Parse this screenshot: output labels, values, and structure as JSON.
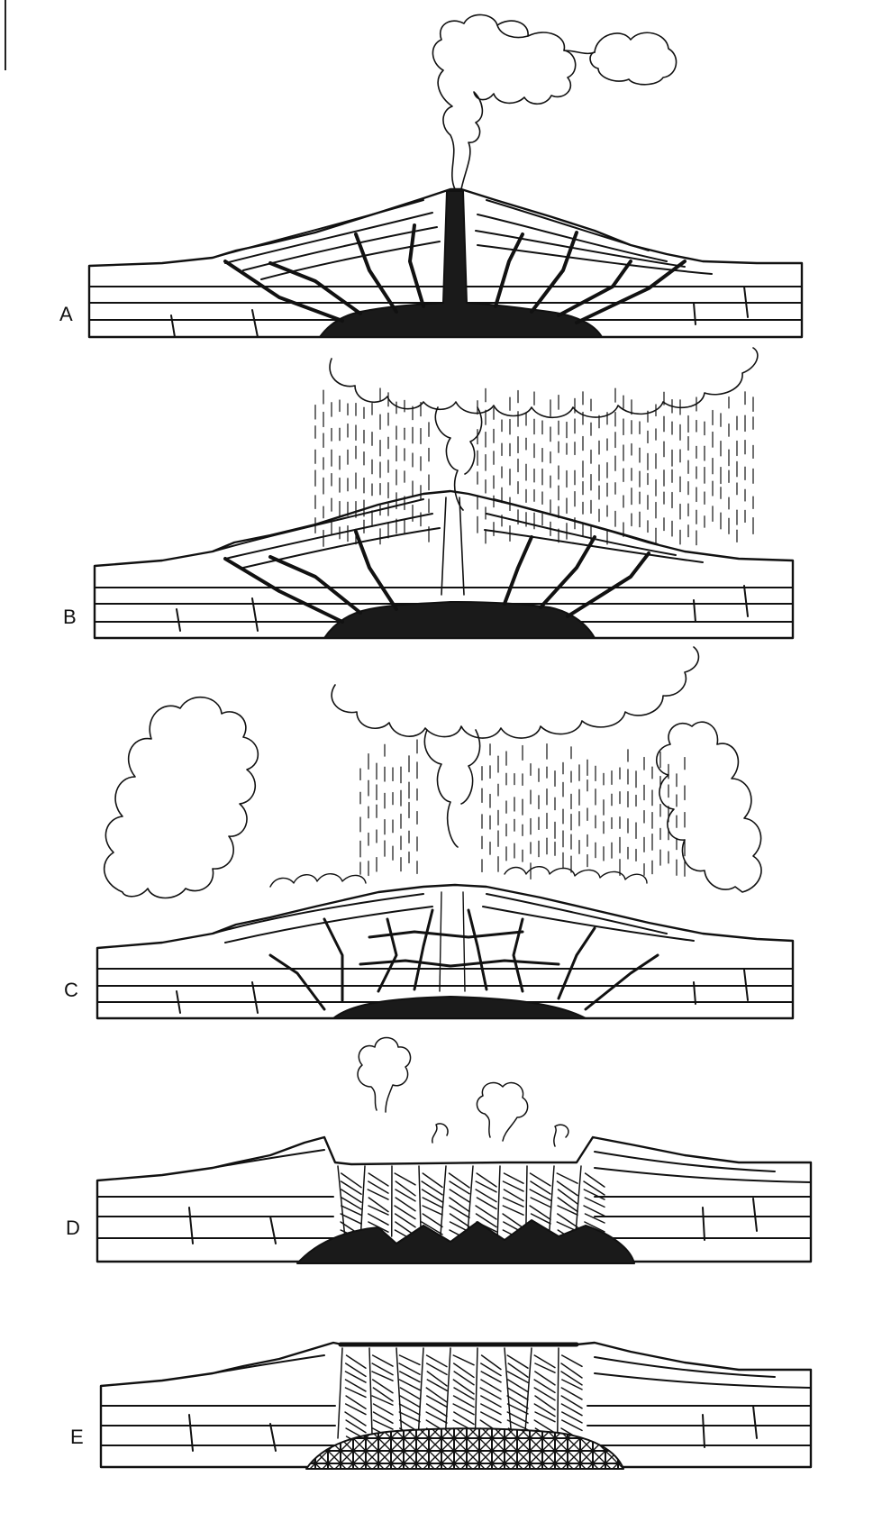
{
  "figure": {
    "panels": [
      {
        "label": "A"
      },
      {
        "label": "B"
      },
      {
        "label": "C"
      },
      {
        "label": "D"
      },
      {
        "label": "E"
      }
    ]
  },
  "colors": {
    "ink": "#111111",
    "paper": "#ffffff",
    "magma": "#1a1a1a"
  }
}
